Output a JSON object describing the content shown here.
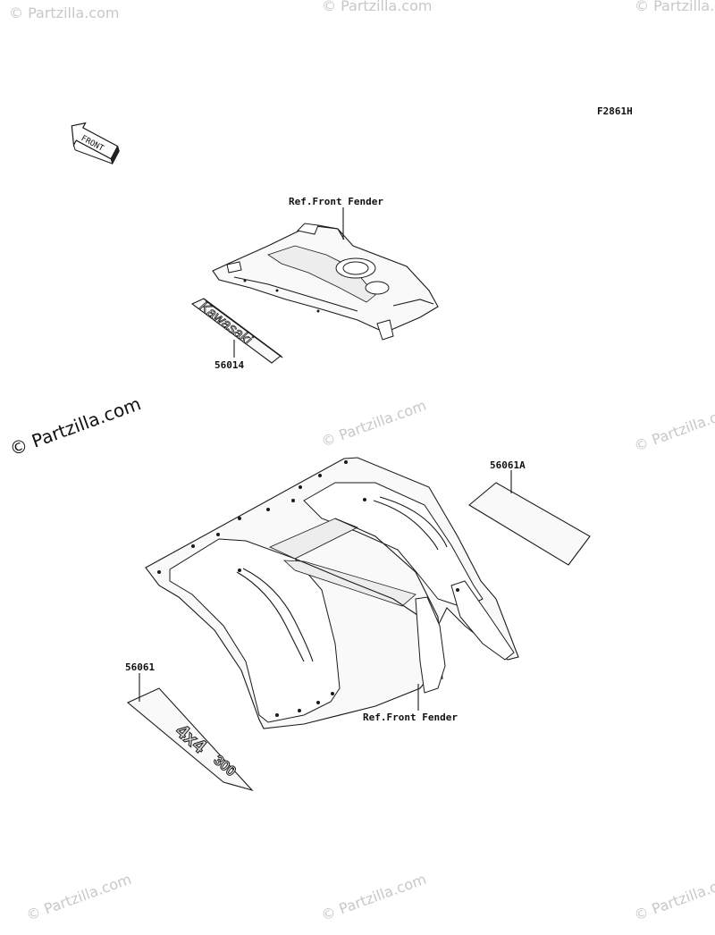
{
  "diagram_code": "F2861H",
  "direction_arrow": "FRONT",
  "watermark": "© Partzilla.com",
  "callouts": {
    "ref_front_fender_top": "Ref.Front Fender",
    "ref_front_fender_bottom": "Ref.Front Fender",
    "part_56014": "56014",
    "part_56061A": "56061A",
    "part_56061": "56061"
  },
  "decals": {
    "kawasaki_logo": "Kawasaki",
    "badge_4x4": "4x4",
    "badge_300": "300"
  },
  "colors": {
    "line": "#1a1a1a",
    "watermark": "#c8c8c8"
  }
}
